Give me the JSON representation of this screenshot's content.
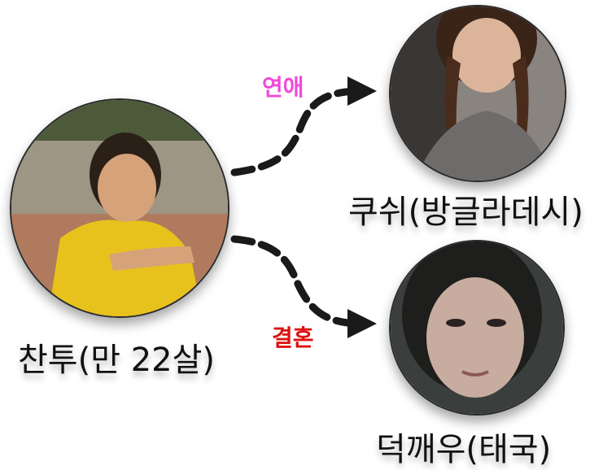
{
  "people": {
    "main": {
      "name": "찬투(만 22살)"
    },
    "top": {
      "name": "쿠쉬(방글라데시)"
    },
    "bottom": {
      "name": "덕깨우(태국)"
    }
  },
  "relations": {
    "love": {
      "label": "연애",
      "color": "#f04ad8"
    },
    "marriage": {
      "label": "결혼",
      "color": "#e01010"
    }
  },
  "arrow_color": "#1a1a1a"
}
